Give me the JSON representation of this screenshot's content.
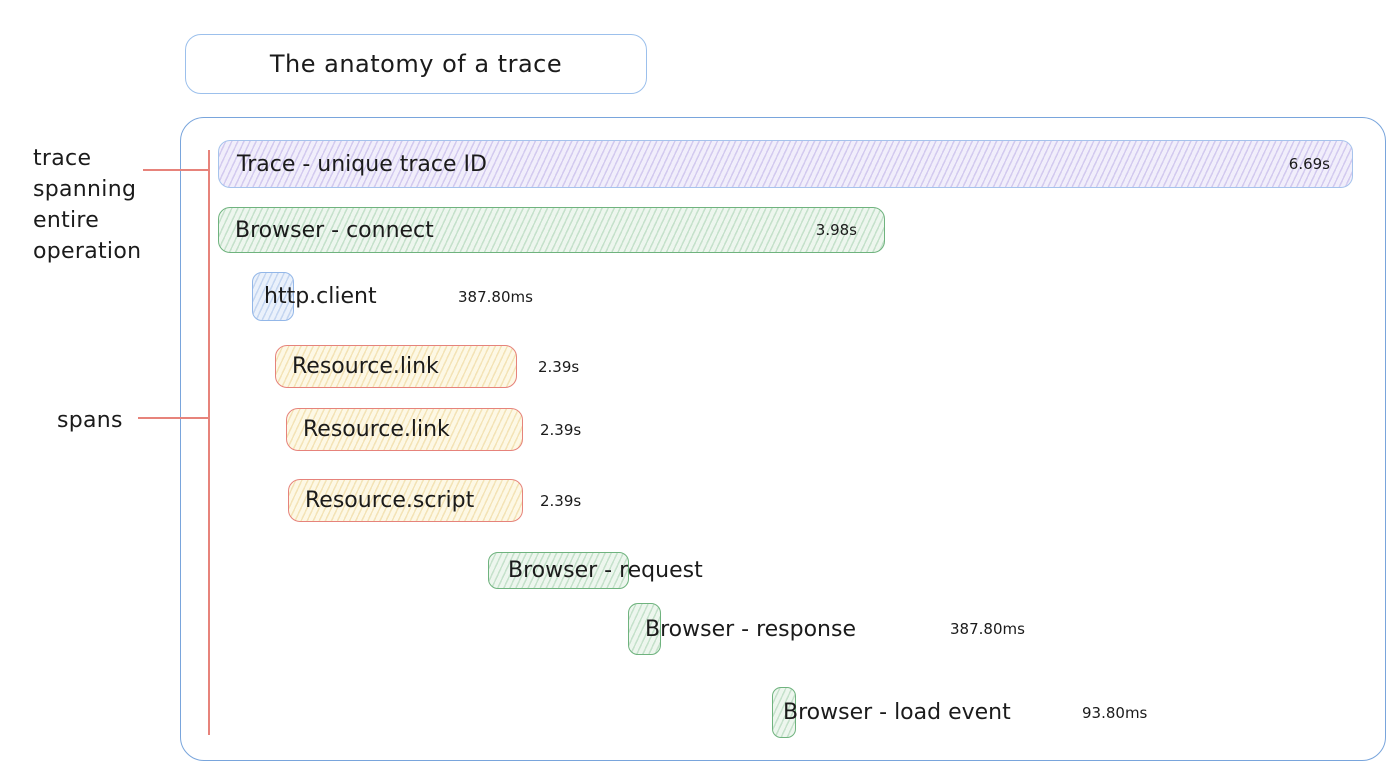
{
  "title": "The anatomy of a trace",
  "annotations": {
    "trace_lines": [
      "trace",
      "spanning",
      "entire",
      "operation"
    ],
    "spans_label": "spans"
  },
  "spans": [
    {
      "label": "Trace - unique trace ID",
      "duration": "6.69s",
      "color": "#a6c3ec",
      "fill": "purple"
    },
    {
      "label": "Browser - connect",
      "duration": "3.98s",
      "color": "#6fb37e",
      "fill": "green"
    },
    {
      "label": "http.client",
      "duration": "387.80ms",
      "color": "#93b7e8",
      "fill": "blue"
    },
    {
      "label": "Resource.link",
      "duration": "2.39s",
      "color": "#e6837b",
      "fill": "yellow"
    },
    {
      "label": "Resource.link",
      "duration": "2.39s",
      "color": "#e6837b",
      "fill": "yellow"
    },
    {
      "label": "Resource.script",
      "duration": "2.39s",
      "color": "#e6837b",
      "fill": "yellow"
    },
    {
      "label": "Browser - request",
      "color": "#6fb37e",
      "fill": "green"
    },
    {
      "label": "Browser - response",
      "duration": "387.80ms",
      "color": "#6fb37e",
      "fill": "green"
    },
    {
      "label": "Browser - load event",
      "duration": "93.80ms",
      "color": "#6fb37e",
      "fill": "green"
    }
  ],
  "colors": {
    "annotation_line": "#e7837b",
    "container_border": "#79a5dc",
    "title_border": "#9cc0ec",
    "text": "#1b1b1b"
  }
}
